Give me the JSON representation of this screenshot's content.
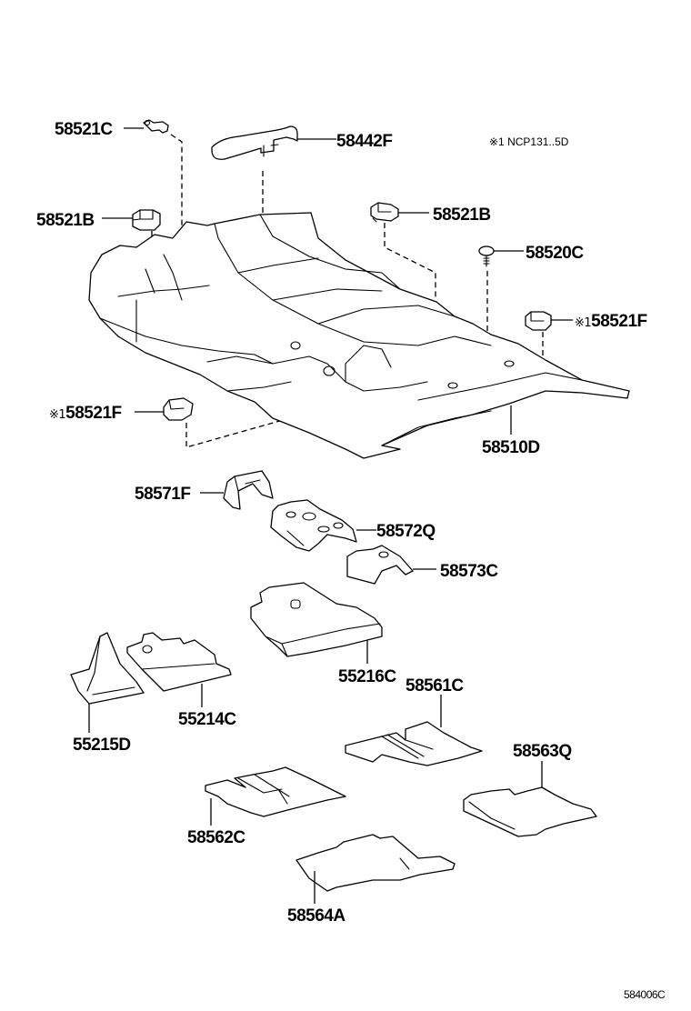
{
  "diagram": {
    "type": "exploded-parts-diagram",
    "subject": "Floor carpet and mats",
    "note": "※1 NCP131..5D",
    "reference_code": "584006C",
    "mark_symbol": "※1",
    "parts": [
      {
        "id": "58521C",
        "label": "58521C",
        "marked": false
      },
      {
        "id": "58442F",
        "label": "58442F",
        "marked": false
      },
      {
        "id": "58521B-left",
        "label": "58521B",
        "marked": false
      },
      {
        "id": "58521B-right",
        "label": "58521B",
        "marked": false
      },
      {
        "id": "58520C",
        "label": "58520C",
        "marked": false
      },
      {
        "id": "58521F-right",
        "label": "58521F",
        "marked": true
      },
      {
        "id": "58521F-left",
        "label": "58521F",
        "marked": true
      },
      {
        "id": "58510D",
        "label": "58510D",
        "marked": false
      },
      {
        "id": "58571F",
        "label": "58571F",
        "marked": false
      },
      {
        "id": "58572Q",
        "label": "58572Q",
        "marked": false
      },
      {
        "id": "58573C",
        "label": "58573C",
        "marked": false
      },
      {
        "id": "55216C",
        "label": "55216C",
        "marked": false
      },
      {
        "id": "55214C",
        "label": "55214C",
        "marked": false
      },
      {
        "id": "55215D",
        "label": "55215D",
        "marked": false
      },
      {
        "id": "58561C",
        "label": "58561C",
        "marked": false
      },
      {
        "id": "58563Q",
        "label": "58563Q",
        "marked": false
      },
      {
        "id": "58562C",
        "label": "58562C",
        "marked": false
      },
      {
        "id": "58564A",
        "label": "58564A",
        "marked": false
      }
    ]
  }
}
